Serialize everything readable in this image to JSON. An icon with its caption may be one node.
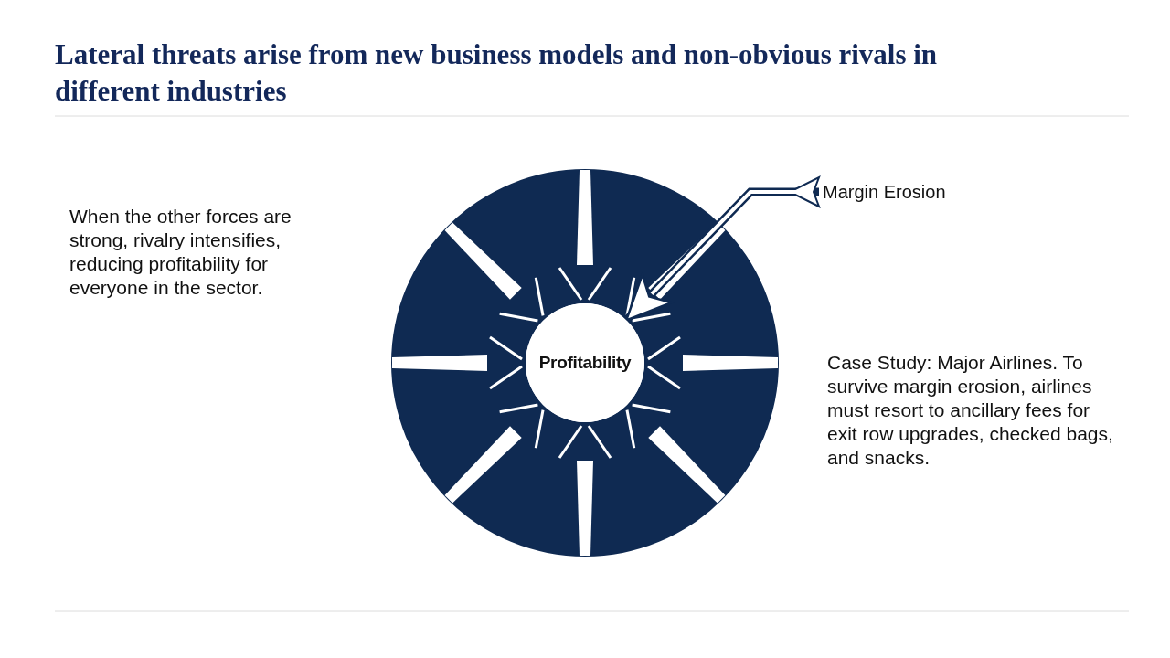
{
  "diagram": {
    "title": "Lateral threats arise from new business models and non-obvious rivals in different industries",
    "nodes": [
      {
        "text": [
          "Profitability"
        ]
      },
      {
        "text": [
          "Margin Erosion"
        ]
      }
    ],
    "edges": [
      {
        "from": 1,
        "to": 0,
        "arrow": "to"
      }
    ],
    "labels": [
      "When the other forces are strong, rivalry intensifies, reducing profitability for everyone in the sector.",
      "Case Study: Major Airlines. To survive margin erosion, airlines must resort to ancillary fees for exit row upgrades, checked bags, and snacks."
    ]
  }
}
